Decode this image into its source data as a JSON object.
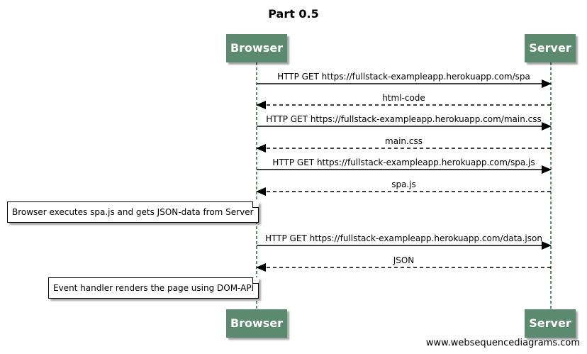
{
  "title": "Part 0.5",
  "participants": {
    "browser": "Browser",
    "server": "Server"
  },
  "messages": [
    {
      "label": "HTTP GET https://fullstack-exampleapp.herokuapp.com/spa",
      "from": "browser",
      "to": "server",
      "style": "solid"
    },
    {
      "label": "html-code",
      "from": "server",
      "to": "browser",
      "style": "dashed"
    },
    {
      "label": "HTTP GET https://fullstack-exampleapp.herokuapp.com/main.css",
      "from": "browser",
      "to": "server",
      "style": "solid"
    },
    {
      "label": "main.css",
      "from": "server",
      "to": "browser",
      "style": "dashed"
    },
    {
      "label": "HTTP GET https://fullstack-exampleapp.herokuapp.com/spa.js",
      "from": "browser",
      "to": "server",
      "style": "solid"
    },
    {
      "label": "spa.js",
      "from": "server",
      "to": "browser",
      "style": "dashed"
    },
    {
      "label": "HTTP GET https://fullstack-exampleapp.herokuapp.com/data.json",
      "from": "browser",
      "to": "server",
      "style": "solid"
    },
    {
      "label": "JSON",
      "from": "server",
      "to": "browser",
      "style": "dashed"
    }
  ],
  "notes": [
    "Browser executes spa.js and gets JSON-data from Server",
    "Event handler renders the page using DOM-API"
  ],
  "watermark": "www.websequencediagrams.com",
  "colors": {
    "actor_fill": "#5b8a6e",
    "lifeline": "#5b8a6e"
  }
}
